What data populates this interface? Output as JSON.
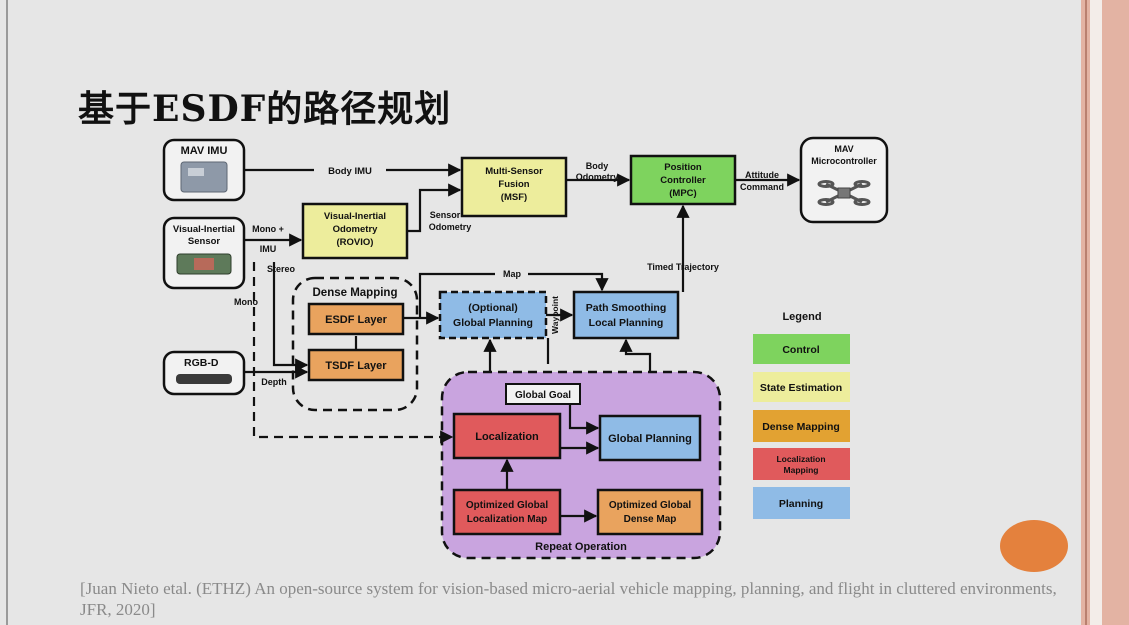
{
  "slide_title": "基于ESDF的路径规划",
  "citation": "[Juan Nieto etal. (ETHZ) An open-source system for vision-based micro-aerial vehicle mapping, planning, and flight in cluttered environments, JFR, 2020]",
  "colors": {
    "control": "#7ed35e",
    "state_estimation": "#eded9c",
    "dense_mapping": "#e9a35e",
    "localization_mapping": "#e05a5c",
    "planning": "#8fbbe6",
    "repeat_region": "#c9a4df",
    "accent_dot": "#e4813d"
  },
  "diagram": {
    "boxes": {
      "mav_imu": "MAV IMU",
      "vi_sensor_l1": "Visual-Inertial",
      "vi_sensor_l2": "Sensor",
      "rgbd": "RGB-D",
      "msf_l1": "Multi-Sensor",
      "msf_l2": "Fusion",
      "msf_l3": "(MSF)",
      "vio_l1": "Visual-Inertial",
      "vio_l2": "Odometry",
      "vio_l3": "(ROVIO)",
      "mpc_l1": "Position",
      "mpc_l2": "Controller",
      "mpc_l3": "(MPC)",
      "mav_mc_l1": "MAV",
      "mav_mc_l2": "Microcontroller",
      "dense_mapping_group": "Dense Mapping",
      "esdf_layer": "ESDF Layer",
      "tsdf_layer": "TSDF Layer",
      "global_planning_opt_l1": "(Optional)",
      "global_planning_opt_l2": "Global Planning",
      "path_smoothing_l1": "Path Smoothing",
      "path_smoothing_l2": "Local Planning",
      "global_goal": "Global Goal",
      "localization": "Localization",
      "global_planning": "Global Planning",
      "opt_loc_map_l1": "Optimized Global",
      "opt_loc_map_l2": "Localization Map",
      "opt_dense_map_l1": "Optimized Global",
      "opt_dense_map_l2": "Dense Map",
      "repeat_operation": "Repeat Operation"
    },
    "edges": {
      "body_imu": "Body IMU",
      "body_odometry_l1": "Body",
      "body_odometry_l2": "Odometry",
      "attitude_command_l1": "Attitude",
      "attitude_command_l2": "Command",
      "mono_imu_l1": "Mono +",
      "mono_imu_l2": "IMU",
      "sensor_odometry_l1": "Sensor",
      "sensor_odometry_l2": "Odometry",
      "stereo": "Stereo",
      "mono": "Mono",
      "depth": "Depth",
      "map": "Map",
      "timed_trajectory": "Timed Trajectory",
      "waypoint": "Waypoint"
    },
    "legend": {
      "title": "Legend",
      "control": "Control",
      "state_estimation": "State Estimation",
      "dense_mapping": "Dense Mapping",
      "localization_mapping_l1": "Localization",
      "localization_mapping_l2": "Mapping",
      "planning": "Planning"
    }
  }
}
